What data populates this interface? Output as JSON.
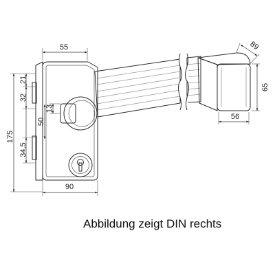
{
  "dimensions": {
    "top_width": "55",
    "end_depth": "89",
    "end_height": "65",
    "end_width": "56",
    "upper_offset": "21",
    "knob_offset": "32",
    "knob_stem": "13",
    "total_height": "175",
    "knob_to_cylinder": "50",
    "cylinder_offset": "34,5",
    "bottom_width": "90"
  },
  "caption": "Abbildung zeigt DIN rechts"
}
